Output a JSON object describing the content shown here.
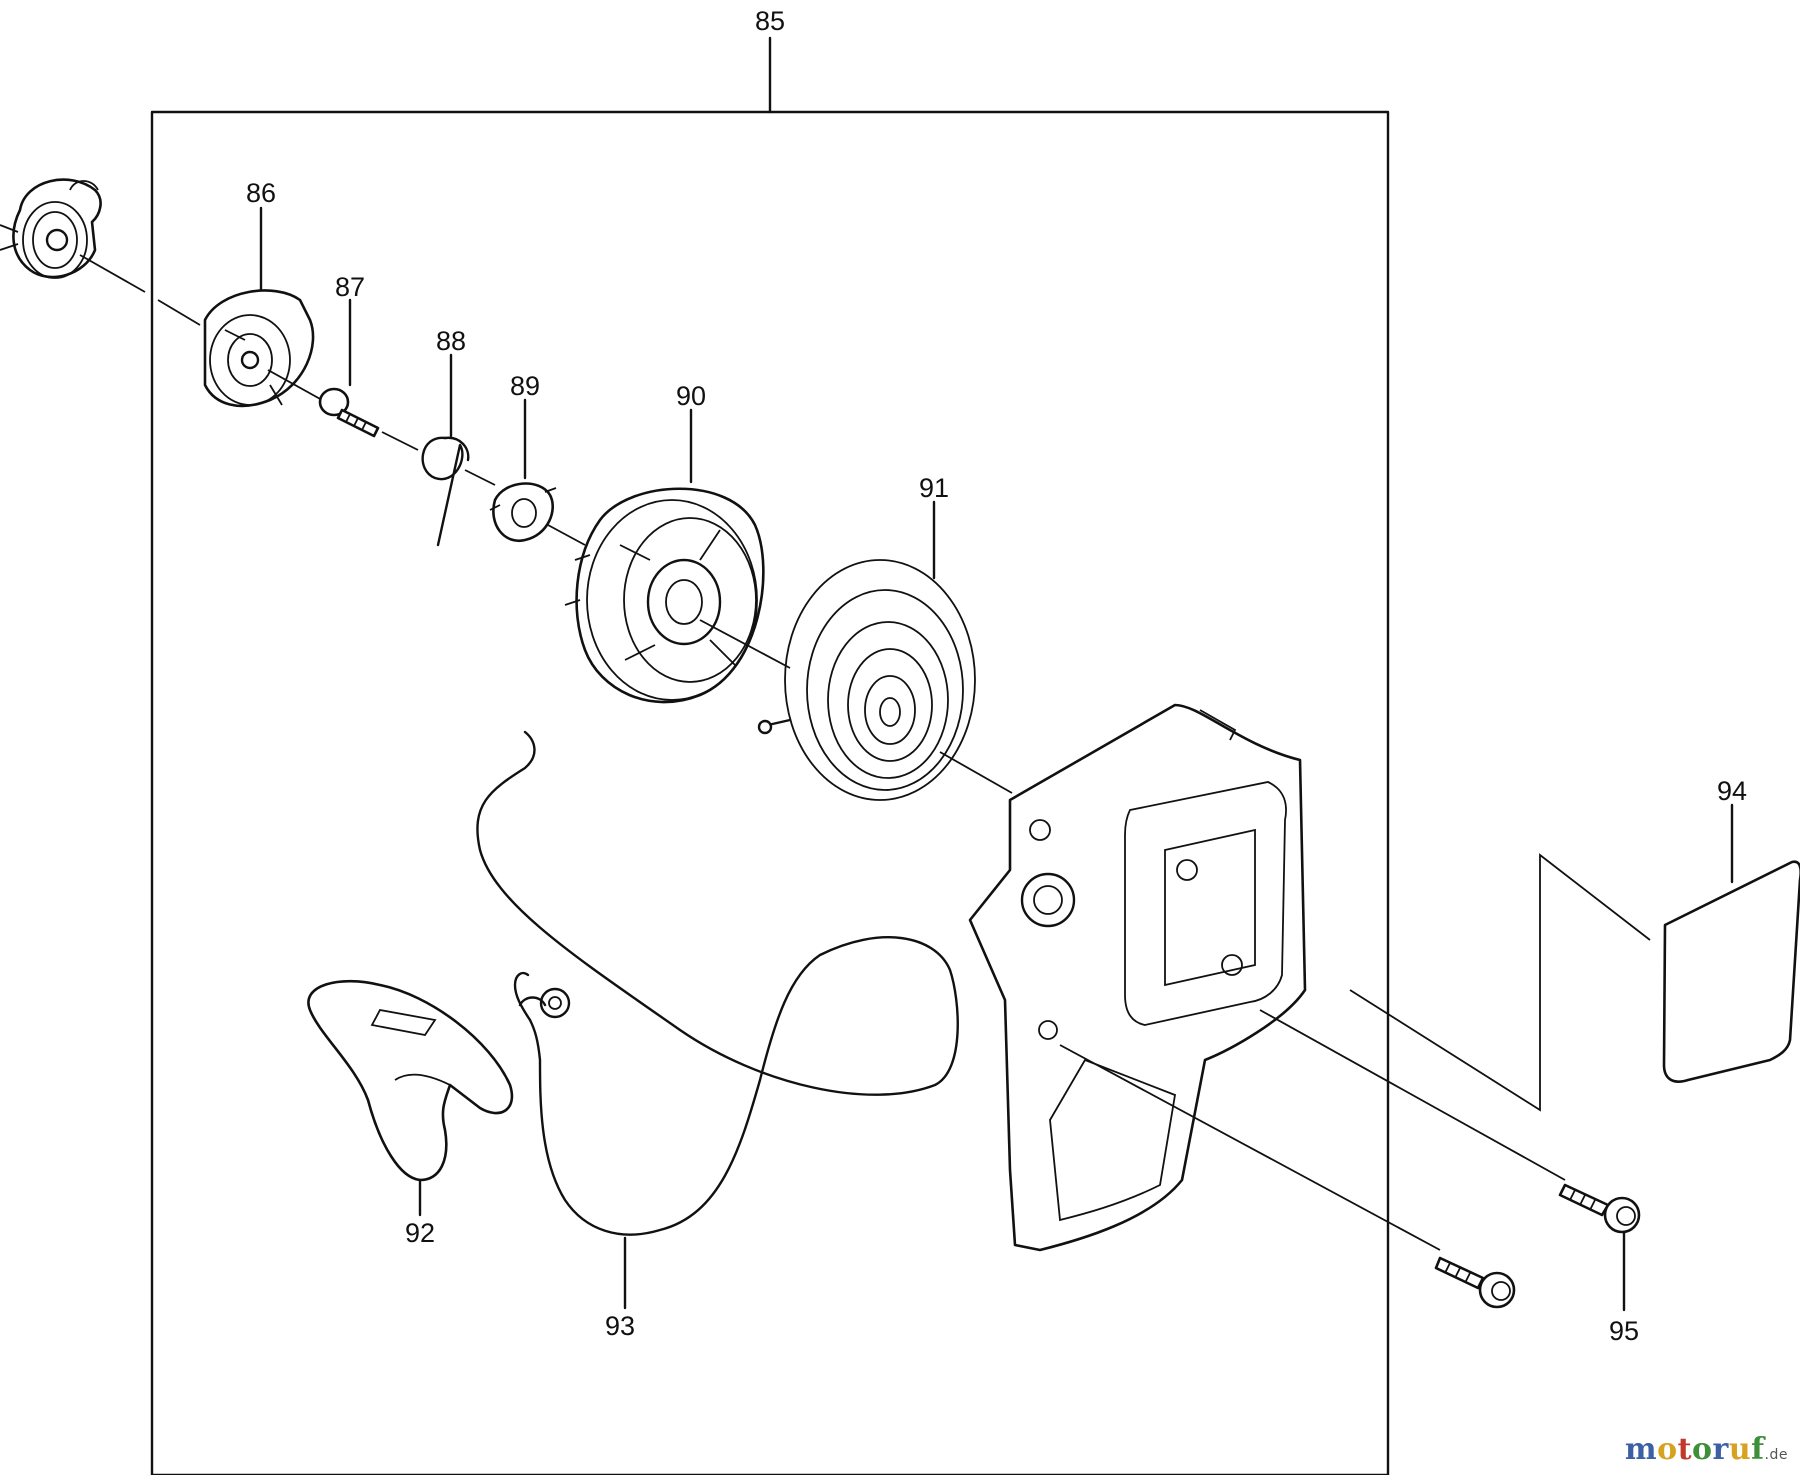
{
  "callouts": {
    "c85": "85",
    "c86": "86",
    "c87": "87",
    "c88": "88",
    "c89": "89",
    "c90": "90",
    "c91": "91",
    "c92": "92",
    "c93": "93",
    "c94": "94",
    "c95": "95"
  },
  "watermark": {
    "letters": [
      "m",
      "o",
      "t",
      "o",
      "r",
      "u",
      "f"
    ],
    "suffix": ".de"
  },
  "colors": {
    "line": "#111111",
    "background": "#ffffff",
    "wm_blue": "#3d5fa3",
    "wm_yellow": "#d6a21f",
    "wm_red": "#c0392b",
    "wm_green": "#3d8f3a"
  }
}
